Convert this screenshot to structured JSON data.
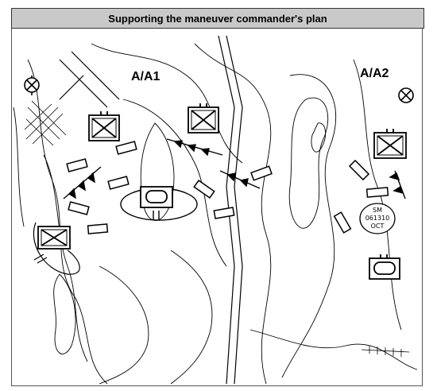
{
  "title": "Supporting the maneuver commander's plan",
  "labels": {
    "left_sector": "A/A1",
    "right_sector": "A/A2"
  },
  "annotation": {
    "line1": "SM",
    "line2": "061310",
    "line3": "OCT"
  },
  "symbols": {
    "infantry_unit": "boxed-x-icon",
    "armor_unit": "oval-box-icon",
    "control_point": "circle-x-icon"
  },
  "colors": {
    "ink": "#000000",
    "title_bg": "#c9c9c9",
    "paper": "#ffffff"
  }
}
